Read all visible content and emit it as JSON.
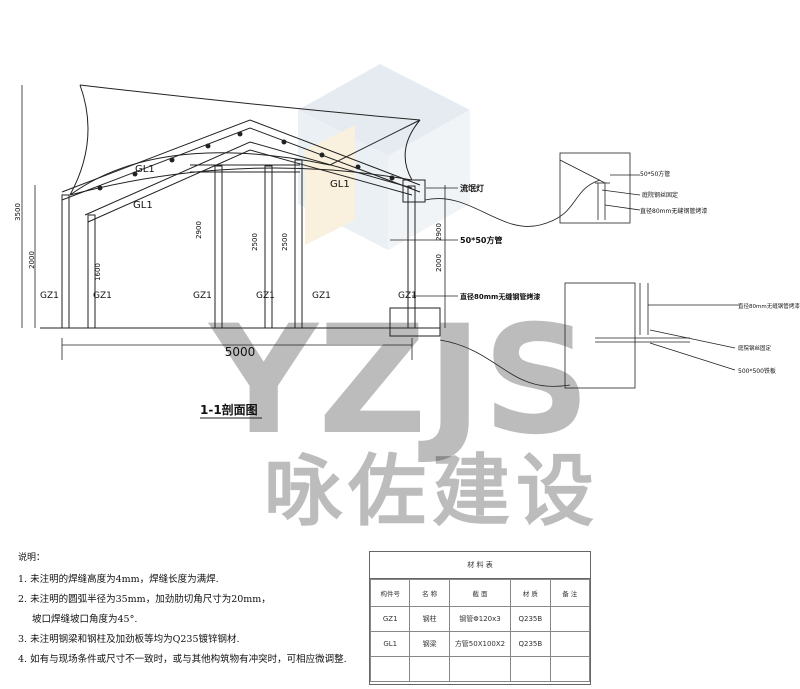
{
  "drawing": {
    "section_title": "1-1剖面图",
    "labels": {
      "gl1_upper": "GL1",
      "gl1_lower": "GL1",
      "gl1_right": "GL1",
      "overall_width": "5000",
      "dim_3500": "3500",
      "dim_2000_left": "2000",
      "dim_1600": "1600",
      "dim_2900_a": "2900",
      "dim_2500_a": "2500",
      "dim_2500_b": "2500",
      "dim_2900_right": "2900",
      "dim_2000_right": "2000",
      "gz1_1": "GZ1",
      "gz1_2": "GZ1",
      "gz1_3": "GZ1",
      "gz1_4": "GZ1",
      "gz1_5": "GZ1",
      "gz1_6": "GZ1"
    },
    "callouts": {
      "light": "流氓灯",
      "tube50": "50*50方管",
      "pipe80": "直径80mm无缝钢管烤漆"
    },
    "detail_top": {
      "label1": "50*50方管",
      "label2": "庭院钢丝固定",
      "label3": "直径80mm无缝钢管烤漆"
    },
    "detail_bottom": {
      "label1": "直径80mm无缝钢管烤漆",
      "label2": "庭院钢丝固定",
      "label3": "500*500铁板"
    },
    "watermark": {
      "latin": "YZJS",
      "chinese": "咏佐建设"
    }
  },
  "notes": {
    "title": "说明：",
    "items": [
      "1. 未注明的焊缝高度为4mm，焊缝长度为满焊.",
      "2. 未注明的圆弧半径为35mm，加劲肋切角尺寸为20mm，",
      "坡口焊缝坡口角度为45°.",
      "3. 未注明钢梁和钢柱及加劲板等均为Q235镀锌钢材.",
      "4. 如有与现场条件或尺寸不一致时，或与其他构筑物有冲突时，可相应微调整."
    ]
  },
  "material_table": {
    "caption": "材 料 表",
    "headers": [
      "构件号",
      "名 称",
      "截 面",
      "材 质",
      "备 注"
    ],
    "rows": [
      [
        "GZ1",
        "钢柱",
        "钢管Φ120x3",
        "Q235B",
        ""
      ],
      [
        "GL1",
        "钢梁",
        "方管50X100X2",
        "Q235B",
        ""
      ]
    ]
  }
}
